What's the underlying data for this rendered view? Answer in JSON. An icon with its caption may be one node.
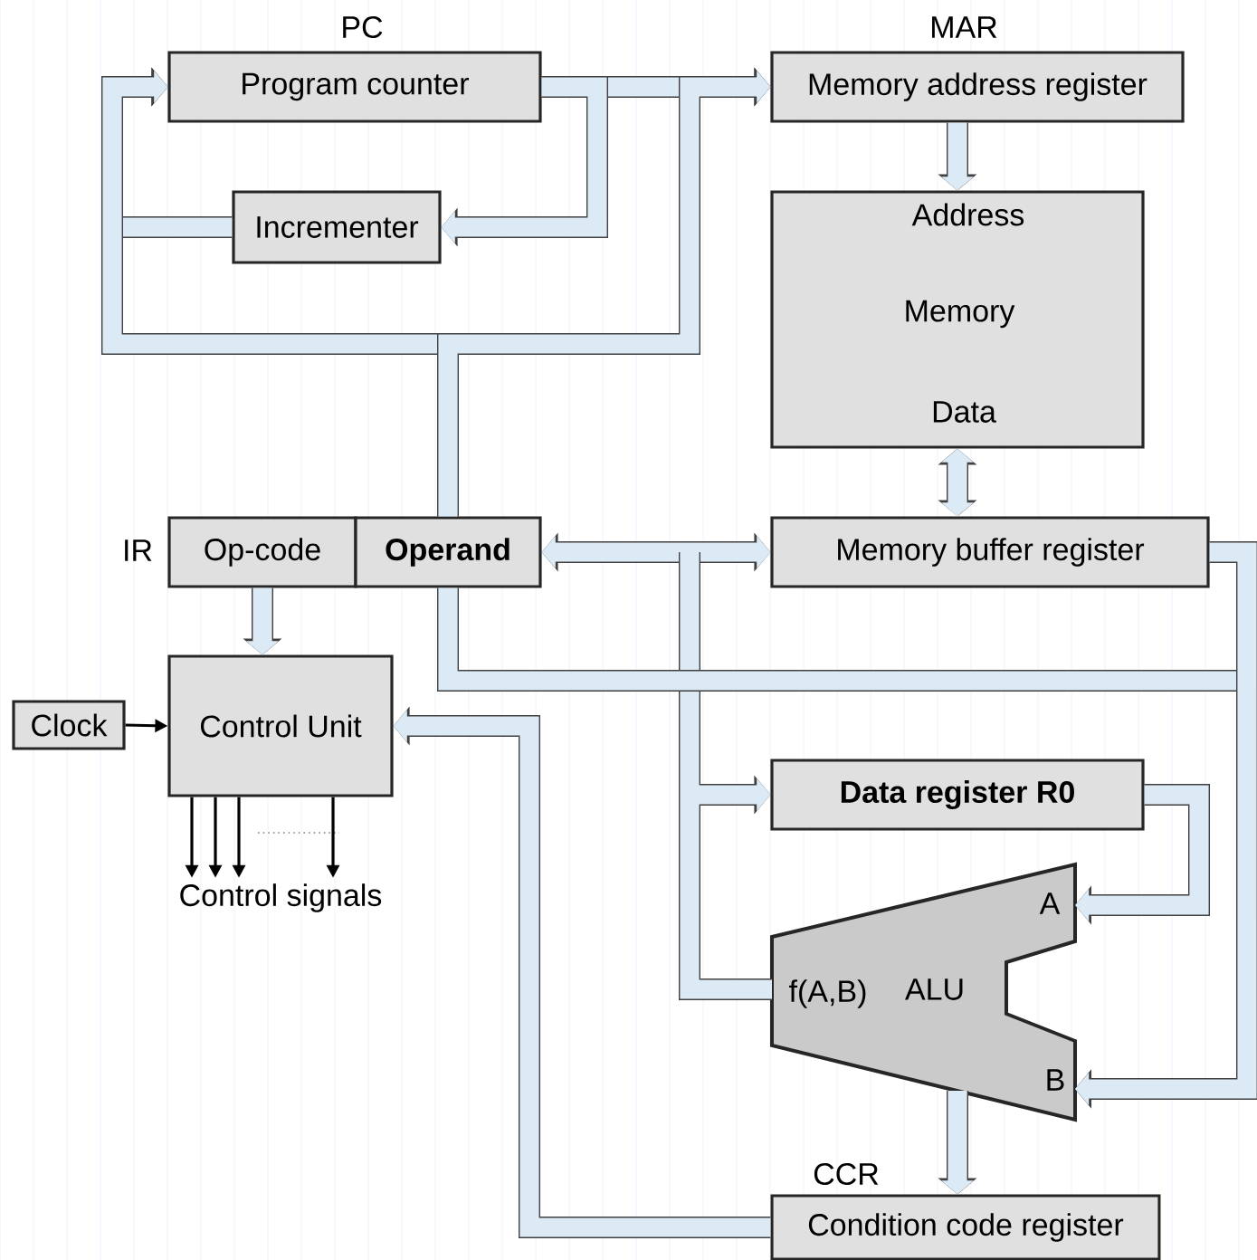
{
  "diagram": {
    "nodes": [
      {
        "text": [
          "Program counter"
        ],
        "beside": [
          "PC"
        ]
      },
      {
        "text": [
          "Memory address register"
        ],
        "beside": [
          "MAR"
        ]
      },
      {
        "text": [
          "Incrementer"
        ]
      },
      {
        "text": [
          "Address",
          "Memory",
          "Data"
        ]
      },
      {
        "text": [
          "Op-code"
        ],
        "beside": [
          "IR"
        ]
      },
      {
        "text": [
          "Operand"
        ]
      },
      {
        "text": [
          "Memory buffer register"
        ]
      },
      {
        "text": [
          "Control Unit"
        ]
      },
      {
        "text": [
          "Clock"
        ]
      },
      {
        "text": [
          "Data register R0"
        ]
      },
      {
        "text": [
          "A",
          "f(A,B)",
          "ALU",
          "B"
        ]
      },
      {
        "text": [
          "Condition code register"
        ],
        "beside": [
          "CCR"
        ]
      },
      {
        "text": [
          "Control signals"
        ]
      }
    ],
    "edges": [
      {
        "from": 0,
        "to": 1,
        "arrow": "to"
      },
      {
        "from": 0,
        "to": 2,
        "arrow": "to"
      },
      {
        "from": 2,
        "to": 0,
        "arrow": "to"
      },
      {
        "from": 5,
        "to": 0,
        "arrow": "to"
      },
      {
        "from": 5,
        "to": 1,
        "arrow": "to"
      },
      {
        "from": 1,
        "to": 3,
        "arrow": "to"
      },
      {
        "from": 3,
        "to": 6,
        "arrow": "both"
      },
      {
        "from": 6,
        "to": 5,
        "arrow": "both"
      },
      {
        "from": 10,
        "to": 9,
        "arrow": "to"
      },
      {
        "from": 5,
        "to": 10,
        "arrow": "to"
      },
      {
        "from": 6,
        "to": 10,
        "arrow": "to"
      },
      {
        "from": 9,
        "to": 10,
        "arrow": "to"
      },
      {
        "from": 10,
        "to": 11,
        "arrow": "to"
      },
      {
        "from": 11,
        "to": 7,
        "arrow": "to"
      },
      {
        "from": 4,
        "to": 7,
        "arrow": "to"
      },
      {
        "from": 8,
        "to": 7,
        "arrow": "to",
        "color": "#000000"
      },
      {
        "from": 7,
        "to": 12,
        "arrow": "to",
        "color": "#000000"
      },
      {
        "from": 7,
        "to": 12,
        "arrow": "to",
        "color": "#000000"
      },
      {
        "from": 7,
        "to": 12,
        "arrow": "to",
        "color": "#000000"
      },
      {
        "from": 7,
        "to": 12,
        "arrow": "to",
        "color": "#000000"
      }
    ]
  }
}
